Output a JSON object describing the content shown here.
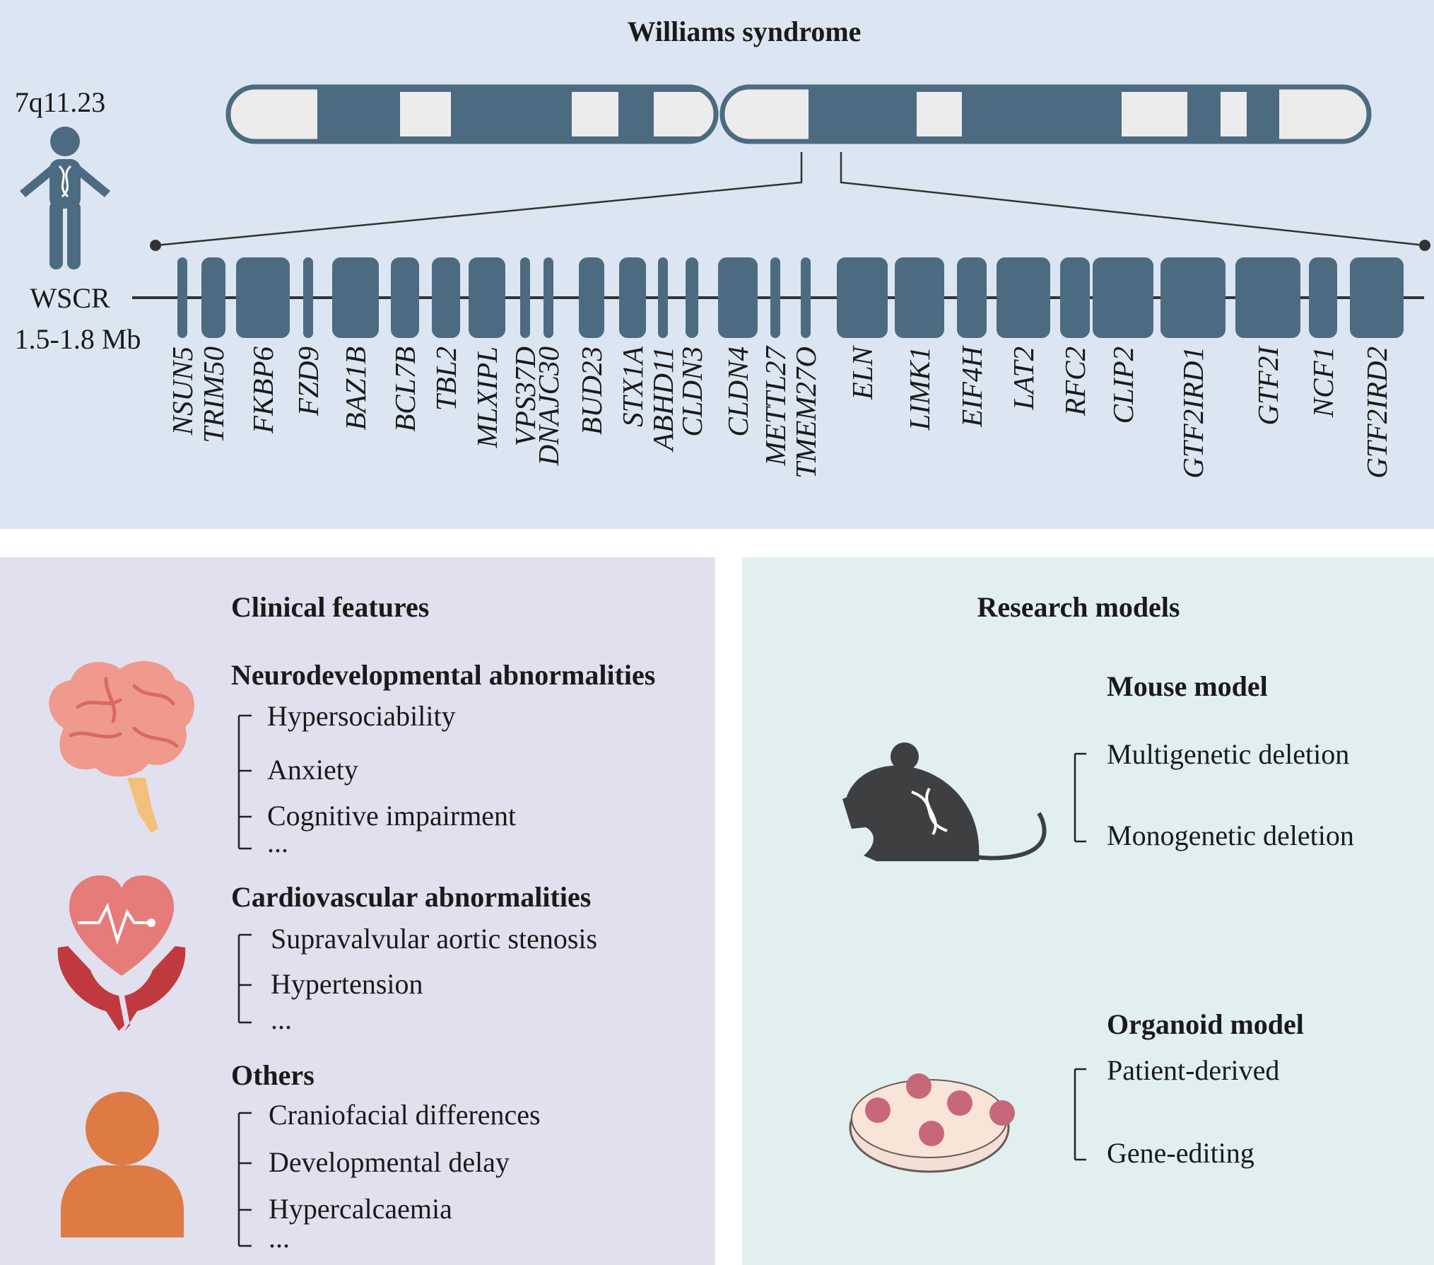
{
  "title": "Williams syndrome",
  "locus": "7q11.23",
  "region": {
    "name": "WSCR",
    "size": "1.5-1.8 Mb"
  },
  "genes": [
    "NSUN5",
    "TRIM50",
    "FKBP6",
    "FZD9",
    "BAZ1B",
    "BCL7B",
    "TBL2",
    "MLXIPL",
    "VPS37D",
    "DNAJC30",
    "BUD23",
    "STX1A",
    "ABHD11",
    "CLDN3",
    "CLDN4",
    "METTL27",
    "TMEM27O",
    "ELN",
    "LIMK1",
    "EIF4H",
    "LAT2",
    "RFC2",
    "CLIP2",
    "GTF2IRD1",
    "GTF2I",
    "NCF1",
    "GTF2IRD2"
  ],
  "clinical": {
    "heading": "Clinical features",
    "groups": [
      {
        "title": "Neurodevelopmental abnormalities",
        "icon": "brain-icon",
        "items": [
          "Hypersociability",
          "Anxiety",
          "Cognitive impairment",
          "..."
        ]
      },
      {
        "title": "Cardiovascular abnormalities",
        "icon": "heart-hands-icon",
        "items": [
          "Supravalvular aortic stenosis",
          "Hypertension",
          "..."
        ]
      },
      {
        "title": "Others",
        "icon": "person-icon",
        "items": [
          "Craniofacial differences",
          "Developmental delay",
          "Hypercalcaemia",
          "..."
        ]
      }
    ]
  },
  "research": {
    "heading": "Research models",
    "models": [
      {
        "title": "Mouse model",
        "icon": "mouse-icon",
        "items": [
          "Multigenetic deletion",
          "Monogenetic deletion"
        ]
      },
      {
        "title": "Organoid model",
        "icon": "petri-dish-icon",
        "items": [
          "Patient-derived",
          "Gene-editing"
        ]
      }
    ]
  },
  "colors": {
    "chromosome": "#4d6b80",
    "top_bg": "#dce6f2",
    "left_bg": "#e1e0ef",
    "right_bg": "#e1f0ef",
    "brain": "#ef9a8c",
    "heart": "#e57c79",
    "hands": "#c0393f",
    "person_orange": "#de7a43",
    "mouse": "#3e3f41",
    "organoid": "#c7687a"
  }
}
